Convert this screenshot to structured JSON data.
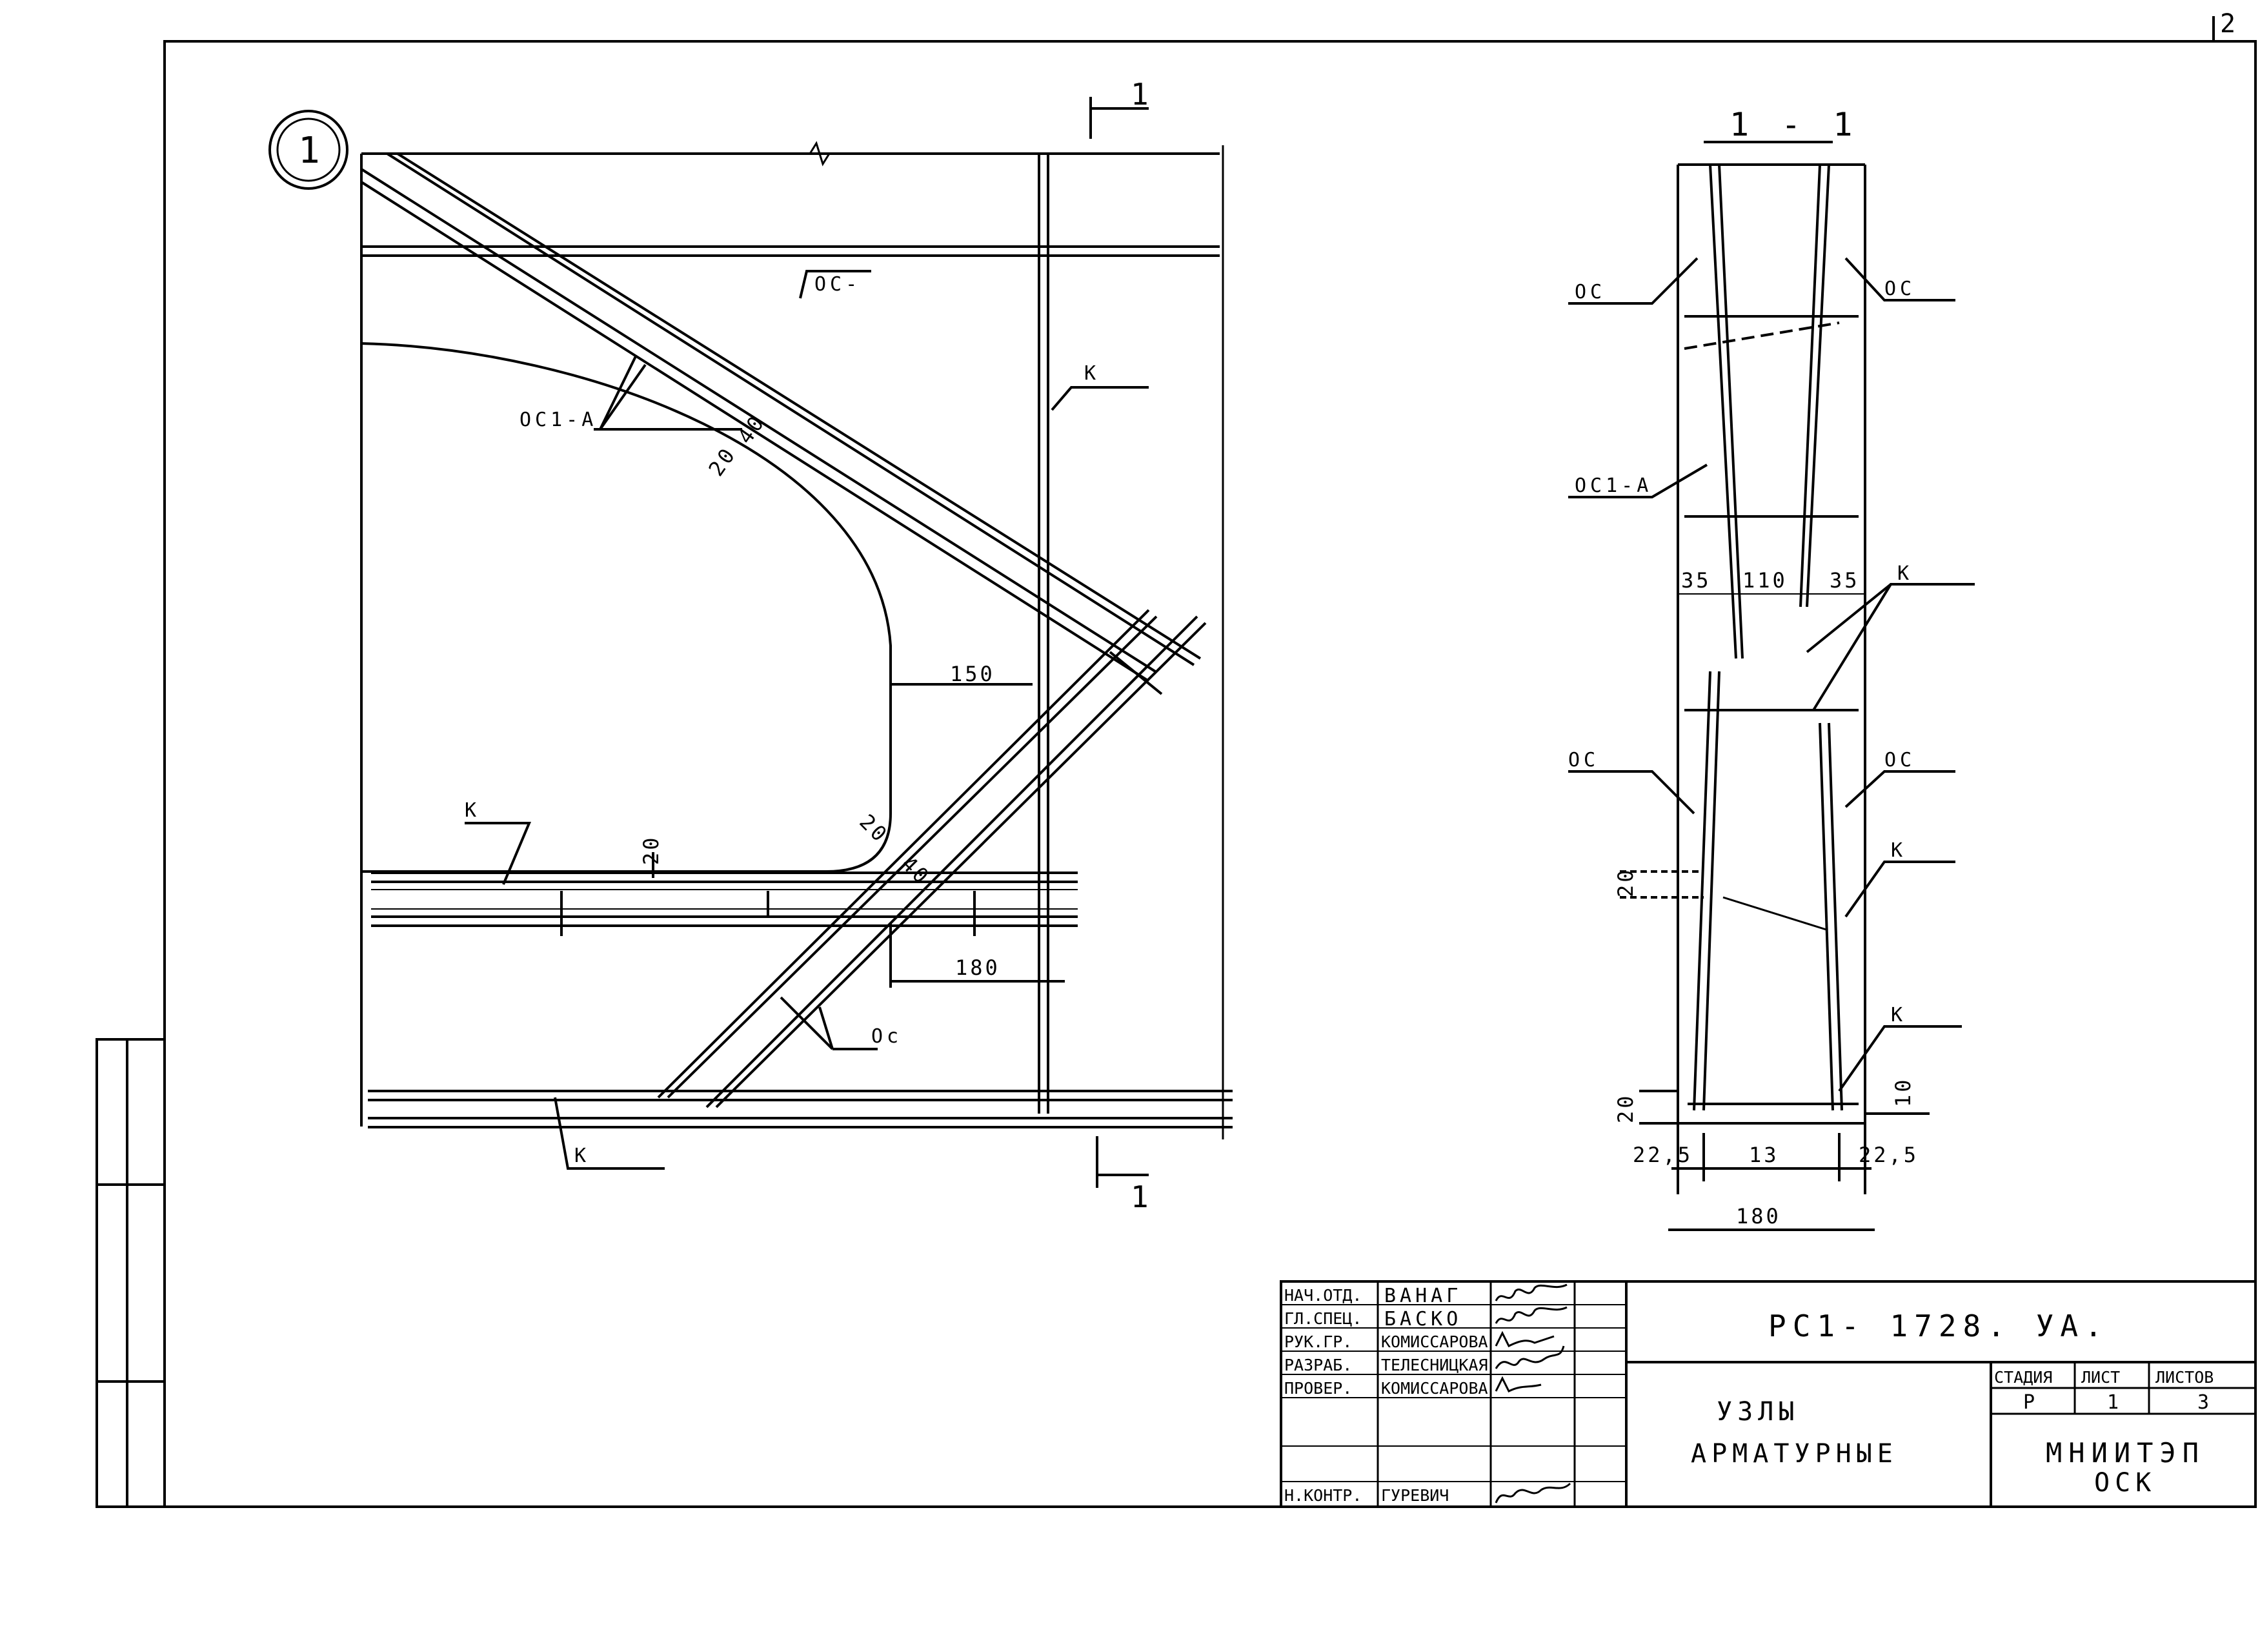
{
  "page_number": "2",
  "node": {
    "marker": "1",
    "labels": {
      "os_top": "ОС-",
      "os1a": "ОС1-А",
      "k_vertical": "К",
      "k_left": "К",
      "k_bottom": "К",
      "os_diag": "Ос"
    },
    "dims": {
      "d20a": "20",
      "d40a": "40",
      "d150": "150",
      "d20b": "20",
      "d20c": "20",
      "d40b": "40",
      "d180": "180"
    },
    "cut_mark": "1"
  },
  "section": {
    "title": "1 - 1",
    "labels": {
      "os_left_top": "ОС",
      "os_right_top": "ОС",
      "os1a": "ОС1-А",
      "k_right_1": "К",
      "os_left_mid": "ОС",
      "os_right_mid": "ОС",
      "k_right_2": "К",
      "k_right_3": "К"
    },
    "dims": {
      "d35a": "35",
      "d110": "110",
      "d35b": "35",
      "d20": "20",
      "d20b": "20",
      "d10": "10",
      "d225a": "22,5",
      "d13": "13",
      "d225b": "22,5",
      "d180": "180"
    }
  },
  "title_block": {
    "roles": [
      "НАЧ.ОТД.",
      "ГЛ.СПЕЦ.",
      "РУК.ГР.",
      "РАЗРАБ.",
      "ПРОВЕР.",
      "",
      "",
      "Н.КОНТР."
    ],
    "names": [
      "ВАНАГ",
      "БАСКО",
      "КОМИССАРОВА",
      "ТЕЛЕСНИЦКАЯ",
      "КОМИССАРОВА",
      "",
      "",
      "ГУРЕВИЧ"
    ],
    "doc_code": "РС1- 1728. УА.",
    "title_line1": "УЗЛЫ",
    "title_line2": "АРМАТУРНЫЕ",
    "stage_header": "СТАДИЯ",
    "sheet_header": "ЛИСТ",
    "sheets_header": "ЛИСТОВ",
    "stage": "Р",
    "sheet": "1",
    "sheets": "3",
    "org_line1": "МНИИТЭП",
    "org_line2": "ОСК"
  }
}
